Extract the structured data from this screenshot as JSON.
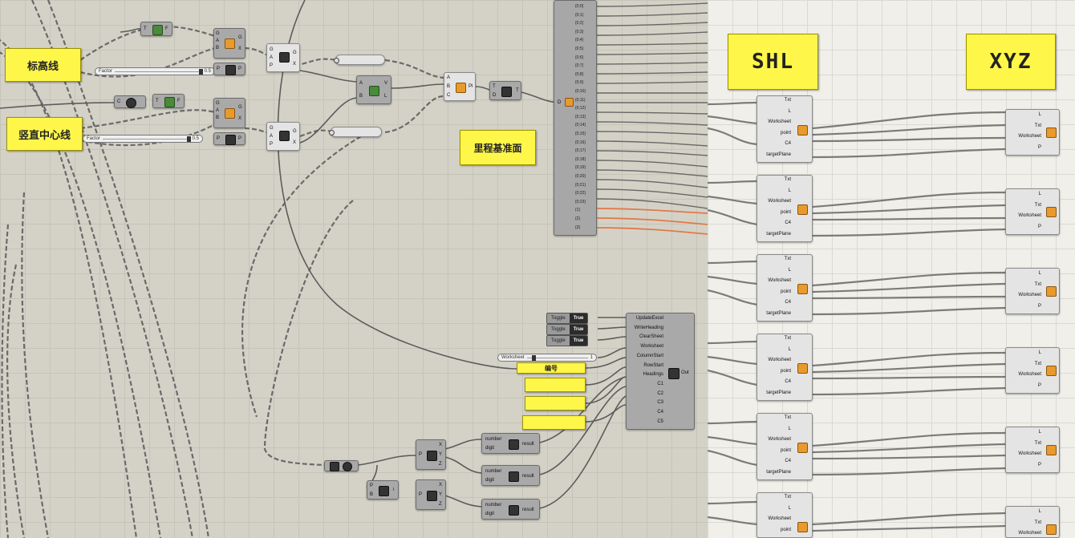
{
  "labels": {
    "elevation_line": "标高线",
    "vertical_centerline": "竖直中心线",
    "mileage_plane": "里程基准面",
    "number": "编号",
    "shl": "SHL",
    "xyz": "XYZ"
  },
  "sliders": {
    "factor_label": "Factor",
    "factor_1_value": "0.5",
    "factor_2_value": "0.5",
    "worksheet_label": "Worksheet",
    "worksheet_value": "1"
  },
  "toggles": [
    {
      "label": "Toggle",
      "value": "True"
    },
    {
      "label": "Toggle",
      "value": "True"
    },
    {
      "label": "Toggle",
      "value": "True"
    }
  ],
  "excel_node": {
    "inputs": [
      "UpdateExcel",
      "WriteHeading",
      "ClearSheet",
      "Worksheet",
      "ColumnStart",
      "RowStart",
      "Headings",
      "C1",
      "C2",
      "C3",
      "C4",
      "C5"
    ],
    "output": "Out"
  },
  "format_node": {
    "inputs": [
      "number",
      "digit"
    ],
    "output": "result"
  },
  "shl_node": {
    "inputs": [
      "Txt",
      "L",
      "Worksheet",
      "point",
      "C4",
      "targetPlane"
    ],
    "last_input": "targetPlane"
  },
  "xyz_node": {
    "inputs": [
      "L",
      "Txt",
      "Worksheet",
      "P"
    ]
  },
  "list_rows": [
    "{0;0}",
    "{0;1}",
    "{0;2}",
    "{0;3}",
    "{0;4}",
    "{0;5}",
    "{0;6}",
    "{0;7}",
    "{0;8}",
    "{0;9}",
    "{0;10}",
    "{0;11}",
    "{0;12}",
    "{0;13}",
    "{0;14}",
    "{0;15}",
    "{0;16}",
    "{0;17}",
    "{0;18}",
    "{0;19}",
    "{0;20}",
    "{0;21}",
    "{0;22}",
    "{0;23}",
    "{1}",
    "{2}",
    "{3}"
  ],
  "ports": {
    "g": "G",
    "a": "A",
    "b": "B",
    "c": "C",
    "d": "D",
    "p": "P",
    "x": "X",
    "y": "Y",
    "z": "Z",
    "t": "T",
    "f": "F",
    "pl": "Pl",
    "v": "V",
    "i": "i",
    "l": "L"
  },
  "colors": {
    "canvas": "#d4d2c7",
    "panel": "#fff64a",
    "wire": "#5a5a5a",
    "wire_orange": "#e07a4a",
    "node": "#a9a9a9"
  }
}
